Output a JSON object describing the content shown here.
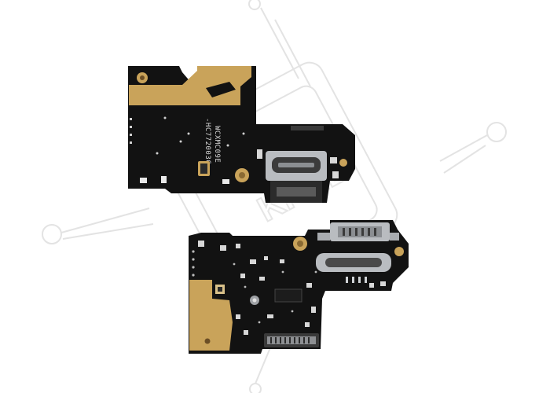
{
  "photo": {
    "subject": "USB Type-C charging port boards (front and back view)",
    "background_color": "#ffffff",
    "pcb_color": "#121212",
    "copper_color": "#c9a35a",
    "connector_color": "#b9bcc0"
  },
  "boards": [
    {
      "view": "back",
      "silkscreen": [
        "WCXMC09E",
        "-HC772003C"
      ]
    },
    {
      "view": "front"
    }
  ],
  "watermark": {
    "text": "KREL",
    "color": "#e6e6e6"
  }
}
